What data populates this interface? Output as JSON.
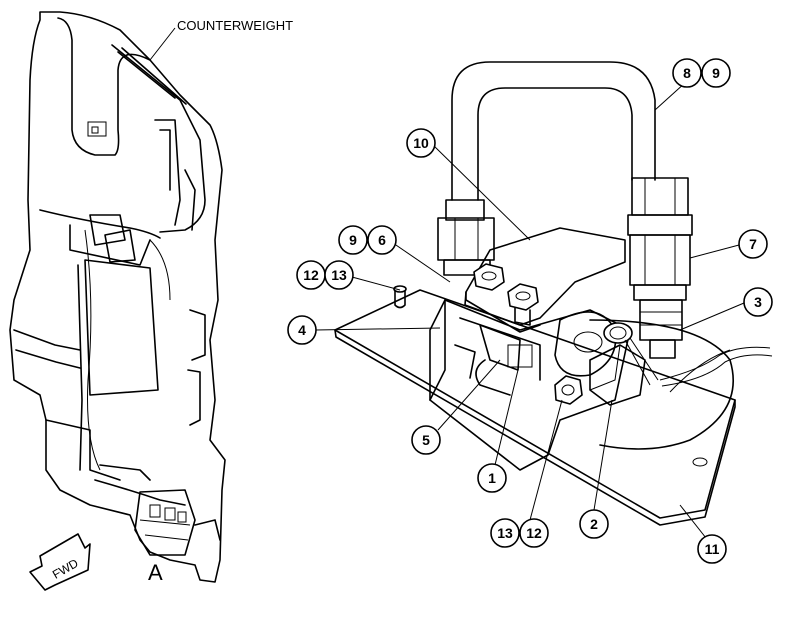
{
  "labels": {
    "counterweight": "COUNTERWEIGHT",
    "view": "A",
    "fwd": "FWD"
  },
  "callouts": [
    "8",
    "9",
    "10",
    "9",
    "6",
    "7",
    "12",
    "13",
    "3",
    "4",
    "5",
    "1",
    "2",
    "13",
    "12",
    "11"
  ]
}
